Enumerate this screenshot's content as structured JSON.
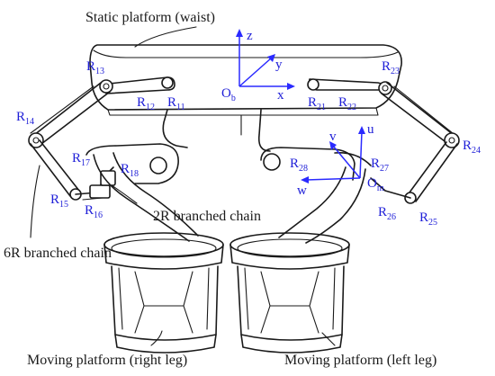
{
  "captions": {
    "static_platform": "Static platform (waist)",
    "branch_2r": "2R branched chain",
    "branch_6r": "6R branched chain",
    "moving_right": "Moving platform (right leg)",
    "moving_left": "Moving platform (left leg)"
  },
  "joints": [
    {
      "id": "r13",
      "base": "R",
      "sub": "13"
    },
    {
      "id": "r12",
      "base": "R",
      "sub": "12"
    },
    {
      "id": "r11",
      "base": "R",
      "sub": "11"
    },
    {
      "id": "r21",
      "base": "R",
      "sub": "21"
    },
    {
      "id": "r22",
      "base": "R",
      "sub": "22"
    },
    {
      "id": "r23",
      "base": "R",
      "sub": "23"
    },
    {
      "id": "r14",
      "base": "R",
      "sub": "14"
    },
    {
      "id": "r17",
      "base": "R",
      "sub": "17"
    },
    {
      "id": "r18",
      "base": "R",
      "sub": "18"
    },
    {
      "id": "r15",
      "base": "R",
      "sub": "15"
    },
    {
      "id": "r16",
      "base": "R",
      "sub": "16"
    },
    {
      "id": "r28",
      "base": "R",
      "sub": "28"
    },
    {
      "id": "r27",
      "base": "R",
      "sub": "27"
    },
    {
      "id": "r24",
      "base": "R",
      "sub": "24"
    },
    {
      "id": "r26",
      "base": "R",
      "sub": "26"
    },
    {
      "id": "r25",
      "base": "R",
      "sub": "25"
    }
  ],
  "frames": {
    "base": {
      "origin": "O",
      "origin_sub": "b",
      "x": "x",
      "y": "y",
      "z": "z"
    },
    "moving": {
      "origin": "O",
      "origin_sub": "m",
      "u": "u",
      "v": "v",
      "w": "w"
    }
  },
  "colors": {
    "label": "#2020d8",
    "line": "#1a1a1a",
    "background": "#ffffff"
  }
}
